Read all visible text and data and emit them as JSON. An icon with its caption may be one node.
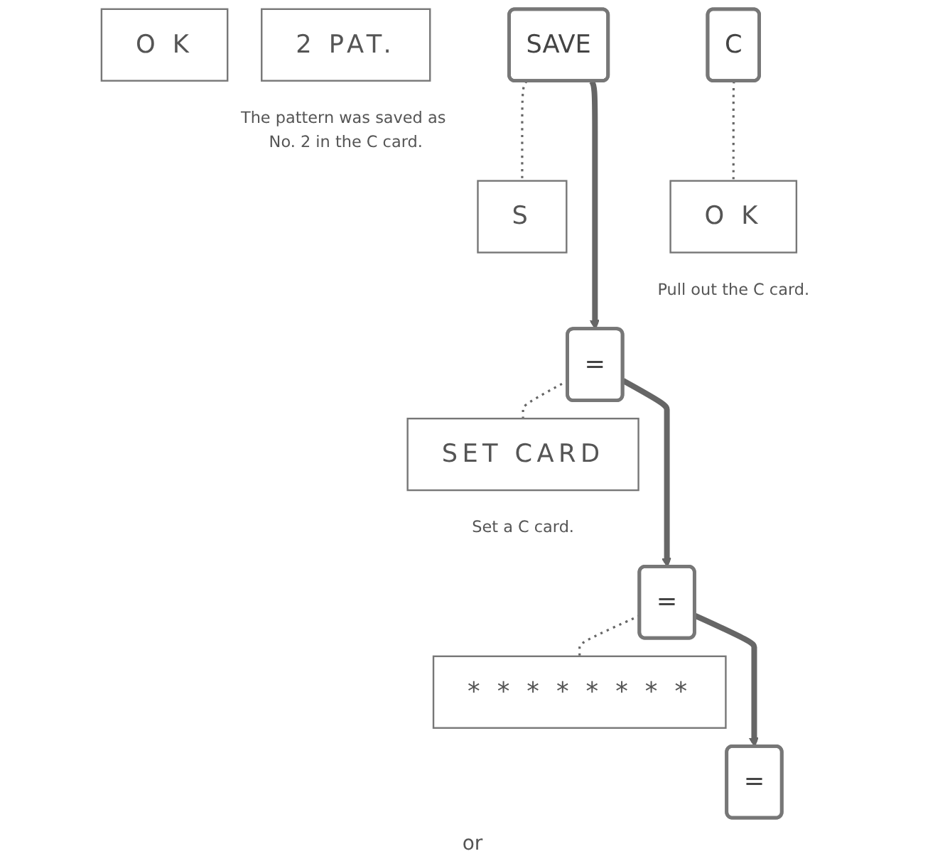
{
  "diagram": {
    "nodes": [
      {
        "text": [
          "O K"
        ]
      },
      {
        "text": [
          "SAVE"
        ]
      },
      {
        "text": [
          "S"
        ]
      },
      {
        "text": [
          "="
        ]
      },
      {
        "text": [
          "SET CARD"
        ],
        "beside": [
          "Set a C card."
        ]
      },
      {
        "text": [
          "="
        ]
      },
      {
        "text": [
          "* * * * * * * *"
        ]
      },
      {
        "text": [
          "2 PAT."
        ],
        "beside": [
          "The pattern was saved as No. 2 in the C card."
        ]
      },
      {
        "text": [
          "="
        ]
      },
      {
        "text": [
          "C"
        ]
      },
      {
        "text": [
          "O K"
        ],
        "beside": [
          "Pull out the C card."
        ]
      }
    ],
    "edges": [
      {
        "from": 1,
        "to": 2,
        "arrow": "none",
        "style": "dashed"
      },
      {
        "from": 1,
        "to": 3,
        "arrow": "to",
        "style": "thick"
      },
      {
        "from": 3,
        "to": 4,
        "arrow": "none",
        "style": "dashed"
      },
      {
        "from": 3,
        "to": 5,
        "arrow": "to",
        "style": "thick"
      },
      {
        "from": 5,
        "to": 6,
        "arrow": "none",
        "style": "dashed"
      },
      {
        "from": 5,
        "to": 8,
        "arrow": "to",
        "style": "thick"
      },
      {
        "from": 9,
        "to": 10,
        "arrow": "none",
        "style": "dashed"
      }
    ],
    "labels": [
      "or"
    ]
  }
}
